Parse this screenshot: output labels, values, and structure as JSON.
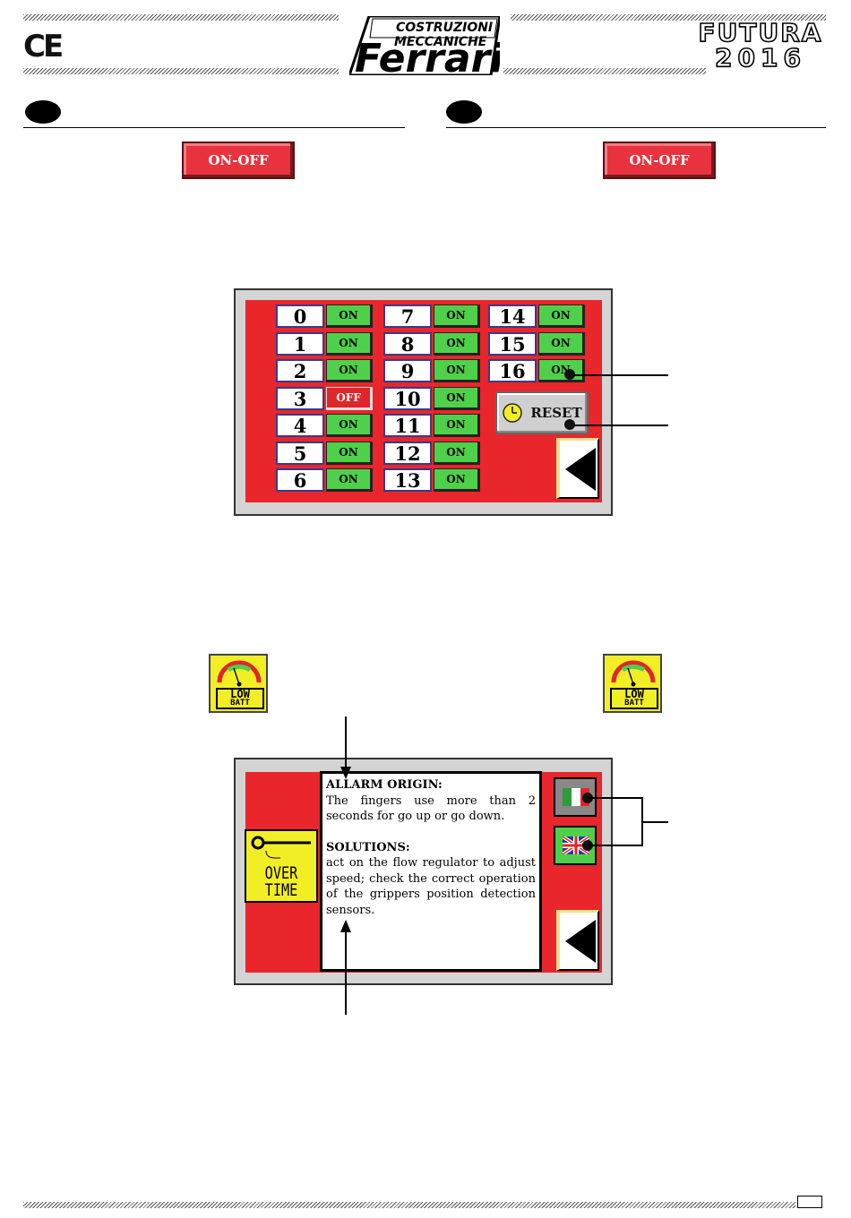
{
  "header": {
    "ce_mark": "CE",
    "logo": {
      "line1": "COSTRUZIONI",
      "line2": "MECCANICHE",
      "brand": "Ferrari"
    },
    "model": "FUTURA",
    "year": "2016"
  },
  "sections": {
    "left_button": "ON-OFF",
    "right_button": "ON-OFF"
  },
  "io_panel": {
    "columns": [
      [
        {
          "num": "0",
          "state": "ON"
        },
        {
          "num": "1",
          "state": "ON"
        },
        {
          "num": "2",
          "state": "ON"
        },
        {
          "num": "3",
          "state": "OFF"
        },
        {
          "num": "4",
          "state": "ON"
        },
        {
          "num": "5",
          "state": "ON"
        },
        {
          "num": "6",
          "state": "ON"
        }
      ],
      [
        {
          "num": "7",
          "state": "ON"
        },
        {
          "num": "8",
          "state": "ON"
        },
        {
          "num": "9",
          "state": "ON"
        },
        {
          "num": "10",
          "state": "ON"
        },
        {
          "num": "11",
          "state": "ON"
        },
        {
          "num": "12",
          "state": "ON"
        },
        {
          "num": "13",
          "state": "ON"
        }
      ],
      [
        {
          "num": "14",
          "state": "ON"
        },
        {
          "num": "15",
          "state": "ON"
        },
        {
          "num": "16",
          "state": "ON"
        }
      ]
    ],
    "reset_label": "RESET"
  },
  "low_batt": {
    "top": "LOW",
    "bottom": "BATT"
  },
  "alarm_panel": {
    "overtime_line1": "OVER",
    "overtime_line2": "TIME",
    "origin_heading": "ALLARM ORIGIN:",
    "origin_text": "The fingers use more than 2 seconds for go up or go down.",
    "solutions_heading": "SOLUTIONS:",
    "solutions_text": "act on the flow regulator to adjust speed; check the correct operation of the grippers position detection sensors."
  },
  "colors": {
    "panel_red": "#e8262b",
    "on_green": "#4fd04a",
    "button_red": "#e8333f",
    "icon_yellow": "#f2ee26"
  }
}
